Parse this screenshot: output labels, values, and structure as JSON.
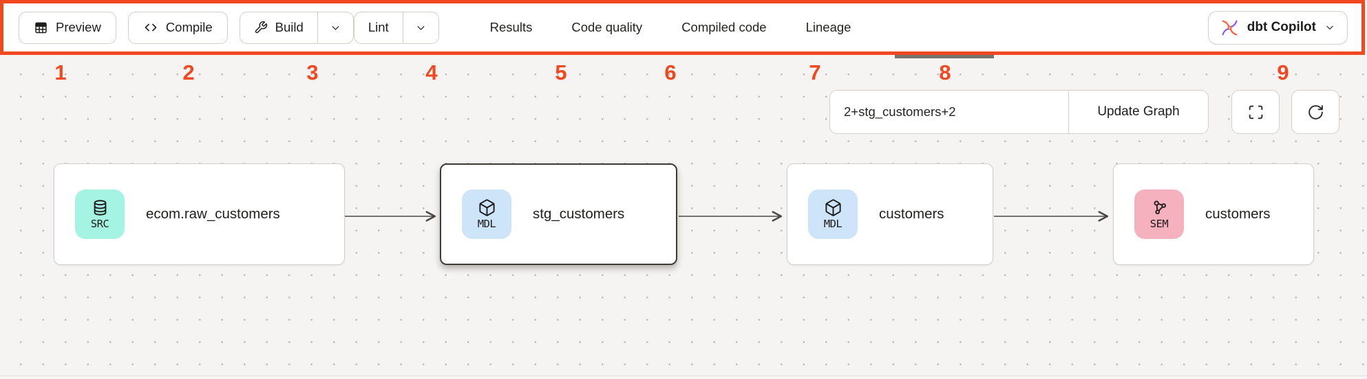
{
  "annotation": {
    "color": "#f0481f",
    "labels": [
      "1",
      "2",
      "3",
      "4",
      "5",
      "6",
      "7",
      "8",
      "9"
    ]
  },
  "toolbar": {
    "preview_label": "Preview",
    "compile_label": "Compile",
    "build_label": "Build",
    "lint_label": "Lint",
    "tabs": [
      {
        "label": "Results"
      },
      {
        "label": "Code quality"
      },
      {
        "label": "Compiled code"
      },
      {
        "label": "Lineage",
        "active": true
      }
    ],
    "copilot_label": "dbt Copilot"
  },
  "graph_controls": {
    "selector_value": "2+stg_customers+2",
    "update_button_label": "Update Graph"
  },
  "lineage": {
    "nodes": [
      {
        "label": "ecom.raw_customers",
        "badge": "SRC",
        "badge_color": "#a5f3e3",
        "icon": "database"
      },
      {
        "label": "stg_customers",
        "badge": "MDL",
        "badge_color": "#cde4f9",
        "icon": "cube",
        "selected": true
      },
      {
        "label": "customers",
        "badge": "MDL",
        "badge_color": "#cde4f9",
        "icon": "cube"
      },
      {
        "label": "customers",
        "badge": "SEM",
        "badge_color": "#f5b1bd",
        "icon": "semantic-graph"
      }
    ],
    "arrow_color": "#4b4843",
    "selected_border_color": "#3e3b37"
  },
  "icons": {
    "preview": "table-icon",
    "compile": "code-icon",
    "build": "wrench-icon",
    "dropdown": "chevron-down-icon",
    "copilot": "dbt-logo-icon",
    "fullscreen": "maximize-icon",
    "refresh": "rotate-cw-icon"
  },
  "brand": {
    "orange": "#ff5c35",
    "purple": "#8655f6"
  }
}
